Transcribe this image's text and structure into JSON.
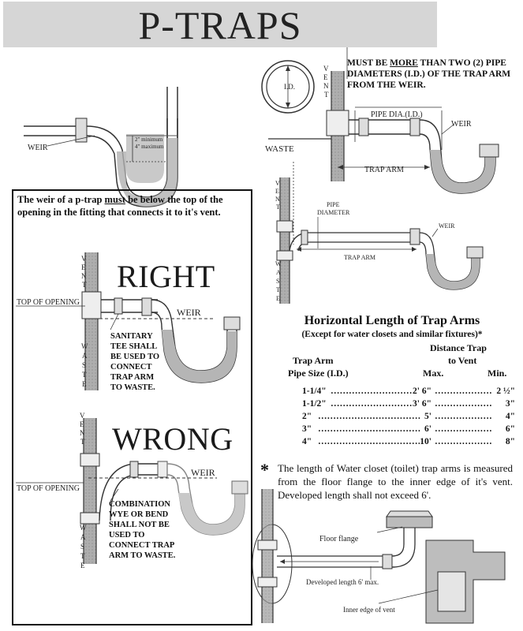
{
  "title": "P-TRAPS",
  "top_diagram": {
    "weir_label": "WEIR",
    "seal_min": "2\" minimum",
    "seal_max": "4\" maximum"
  },
  "weir_rule": {
    "prefix": "The weir of a p-trap ",
    "emphasis": "must",
    "suffix": " be below the top of the opening in the fitting that connects it to it's vent."
  },
  "right_diagram": {
    "heading": "RIGHT",
    "vent": "VENT",
    "waste": "WASTE",
    "top_of_opening": "TOP OF OPENING",
    "weir": "WEIR",
    "note_lines": [
      "SANITARY",
      "TEE SHALL",
      "BE USED TO",
      "CONNECT",
      "TRAP ARM",
      "TO WASTE."
    ]
  },
  "wrong_diagram": {
    "heading": "WRONG",
    "vent": "VENT",
    "waste": "WASTE",
    "top_of_opening": "TOP OF OPENING",
    "weir": "WEIR",
    "note_lines": [
      "COMBINATION",
      "WYE OR BEND",
      "SHALL NOT BE",
      "USED TO",
      "CONNECT TRAP",
      "ARM TO WASTE."
    ]
  },
  "pipe_diameter_diagram": {
    "id_label": "I.D.",
    "vent": "VENT",
    "note_parts": [
      "MUST BE ",
      "MORE",
      " THAN TWO (2) PIPE DIAMETERS (I.D.) OF THE TRAP ARM FROM THE WEIR."
    ],
    "pipe_dia": "PIPE DIA.(I.D.)",
    "weir": "WEIR",
    "waste": "WASTE",
    "trap_arm": "TRAP ARM"
  },
  "second_diagram": {
    "vent": "VENT",
    "waste": "WASTE",
    "pipe_diameter_lines": [
      "PIPE",
      "DIAMETER"
    ],
    "weir": "WEIR",
    "trap_arm": "TRAP ARM"
  },
  "table": {
    "title": "Horizontal Length of Trap Arms",
    "subtitle": "(Except for water closets and similar fixtures)*",
    "col_head_distance": "Distance Trap",
    "col_head_to_vent": "to Vent",
    "col_head_trap_arm": "Trap Arm",
    "col_head_pipe_size": "Pipe Size (I.D.)",
    "col_head_max": "Max.",
    "col_head_min": "Min.",
    "rows": [
      {
        "size": "1-1/4\"",
        "max": "2' 6\"",
        "min": "2 ½\""
      },
      {
        "size": "1-1/2\"",
        "max": "3' 6\"",
        "min": "3\""
      },
      {
        "size": "2\"",
        "max": "5'",
        "min": "4\""
      },
      {
        "size": "3\"",
        "max": "6'",
        "min": "6\""
      },
      {
        "size": "4\"",
        "max": "10'",
        "min": "8\""
      }
    ]
  },
  "footnote": {
    "marker": "*",
    "text": "The length of Water closet (toilet) trap arms is measured from the floor flange to the inner edge of  it's vent.  Developed length shall not exceed 6'."
  },
  "toilet_diagram": {
    "floor_flange": "Floor flange",
    "developed_length": "Developed length 6' max.",
    "inner_edge": "Inner edge of vent"
  }
}
